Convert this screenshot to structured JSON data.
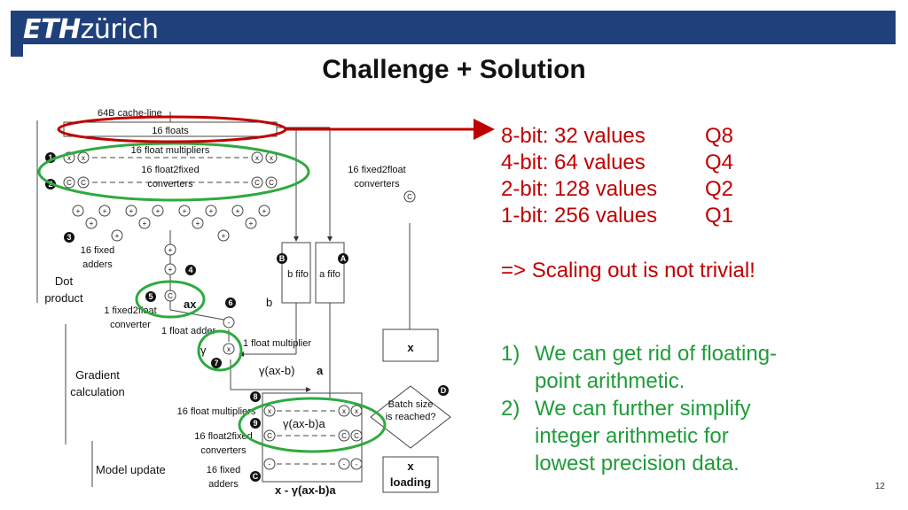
{
  "header": {
    "logo_bold": "ETH",
    "logo_rest": "zürich"
  },
  "slide": {
    "title": "Challenge + Solution",
    "page_number": "12"
  },
  "quantization": {
    "rows": [
      {
        "bits": "8-bit: 32 values",
        "q": "Q8"
      },
      {
        "bits": "4-bit: 64 values",
        "q": "Q4"
      },
      {
        "bits": "2-bit: 128 values",
        "q": "Q2"
      },
      {
        "bits": "1-bit: 256 values",
        "q": "Q1"
      }
    ],
    "conclusion": "=> Scaling out is not trivial!"
  },
  "solutions": [
    {
      "num": "1)",
      "line1": "We can get rid of floating-",
      "line2": "point arithmetic."
    },
    {
      "num": "2)",
      "line1": "We can further simplify",
      "line2": "integer arithmetic for",
      "line3": "lowest precision data."
    }
  ],
  "diagram": {
    "cache_line": "64B cache-line",
    "floats": "16 floats",
    "float_mult": "16 float multipliers",
    "float2fixed_1": "16 float2fixed",
    "float2fixed_2": "converters",
    "fixed2float_1": "16 fixed2float",
    "fixed2float_2": "converters",
    "fixed_adders_1": "16 fixed",
    "fixed_adders_2": "adders",
    "dot_1": "Dot",
    "dot_2": "product",
    "one_f2f_1": "1 fixed2float",
    "one_f2f_2": "converter",
    "one_float_adder": "1 float adder",
    "one_float_mult": "1 float multiplier",
    "ax": "ax",
    "b": "b",
    "gamma": "γ",
    "gamma_expr": "γ(ax-b)",
    "a": "a",
    "b_fifo": "b fifo",
    "a_fifo": "a fifo",
    "x": "x",
    "batch_1": "Batch size",
    "batch_2": "is reached?",
    "grad_1": "Gradient",
    "grad_2": "calculation",
    "model_update": "Model update",
    "mult2": "16 float multipliers",
    "f2fix2_1": "16 float2fixed",
    "f2fix2_2": "converters",
    "adders2_1": "16 fixed",
    "adders2_2": "adders",
    "gamma_axba": "γ(ax-b)a",
    "x_loading_1": "x",
    "x_loading_2": "loading",
    "update_expr": "x - γ(ax-b)a",
    "badges": {
      "one": "1",
      "two": "2",
      "three": "3",
      "four": "4",
      "five": "5",
      "six": "6",
      "seven": "7",
      "eight": "8",
      "nine": "9",
      "a": "A",
      "b": "B",
      "c": "C",
      "d": "D"
    },
    "ops": {
      "mul": "x",
      "conv": "C",
      "add": "+",
      "sub": "-"
    }
  },
  "colors": {
    "eth_blue": "#1f407a",
    "accent_red": "#c00000",
    "accent_green": "#1f9c3a",
    "ellipse_green": "#2eaa40"
  }
}
